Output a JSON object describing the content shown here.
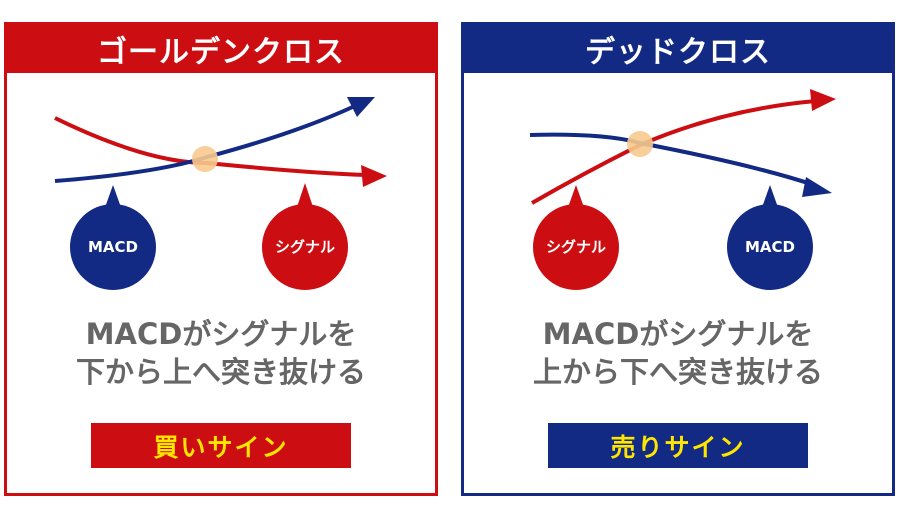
{
  "golden_cross": {
    "title": "ゴールデンクロス",
    "label_macd": "MACD",
    "label_signal": "シグナル",
    "description_line1": "MACDがシグナルを",
    "description_line2": "下から上へ突き抜ける",
    "result": "買いサイン"
  },
  "dead_cross": {
    "title": "デッドクロス",
    "label_signal": "シグナル",
    "label_macd": "MACD",
    "description_line1": "MACDがシグナルを",
    "description_line2": "上から下へ突き抜ける",
    "result": "売りサイン"
  },
  "colors": {
    "red": "#cc0d12",
    "navy": "#122a83",
    "cross_point": "#f7c98e",
    "sign_text": "#ffe600",
    "description_text": "#666666"
  }
}
